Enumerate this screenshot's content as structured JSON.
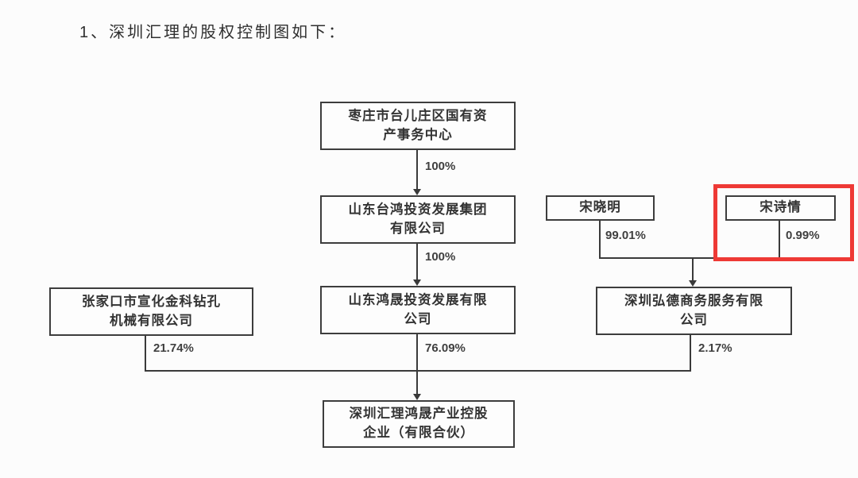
{
  "document": {
    "heading": "1、深圳汇理的股权控制图如下："
  },
  "diagram": {
    "type": "ownership-structure-chart",
    "subject": "深圳汇理",
    "nodes": {
      "taierzhuang": {
        "line1": "枣庄市台儿庄区国有资",
        "line2": "产事务中心",
        "full_name": "枣庄市台儿庄区国有资产事务中心"
      },
      "taihong": {
        "line1": "山东台鸿投资发展集团",
        "line2": "有限公司",
        "full_name": "山东台鸿投资发展集团有限公司"
      },
      "hongsheng": {
        "line1": "山东鸿晟投资发展有限",
        "line2": "公司",
        "full_name": "山东鸿晟投资发展有限公司"
      },
      "zhangjiakou": {
        "line1": "张家口市宣化金科钻孔",
        "line2": "机械有限公司",
        "full_name": "张家口市宣化金科钻孔机械有限公司"
      },
      "song_xiaoming": {
        "line1": "宋晓明",
        "full_name": "宋晓明"
      },
      "song_shiqing": {
        "line1": "宋诗情",
        "full_name": "宋诗情"
      },
      "hongde": {
        "line1": "深圳弘德商务服务有限",
        "line2": "公司",
        "full_name": "深圳弘德商务服务有限公司"
      },
      "huili": {
        "line1": "深圳汇理鸿晟产业控股",
        "line2": "企业（有限合伙）",
        "full_name": "深圳汇理鸿晟产业控股企业（有限合伙）"
      }
    },
    "edge_labels": {
      "taierzhuang_taihong": "100%",
      "taihong_hongsheng": "100%",
      "hongsheng_huili": "76.09%",
      "zhangjiakou_huili": "21.74%",
      "hongde_huili": "2.17%",
      "xiaoming_hongde": "99.01%",
      "shiqing_hongde": "0.99%"
    },
    "relations": [
      {
        "owner": "枣庄市台儿庄区国有资产事务中心",
        "owned": "山东台鸿投资发展集团有限公司",
        "stake": "100%"
      },
      {
        "owner": "山东台鸿投资发展集团有限公司",
        "owned": "山东鸿晟投资发展有限公司",
        "stake": "100%"
      },
      {
        "owner": "山东鸿晟投资发展有限公司",
        "owned": "深圳汇理鸿晟产业控股企业（有限合伙）",
        "stake": "76.09%"
      },
      {
        "owner": "张家口市宣化金科钻孔机械有限公司",
        "owned": "深圳汇理鸿晟产业控股企业（有限合伙）",
        "stake": "21.74%"
      },
      {
        "owner": "宋晓明",
        "owned": "深圳弘德商务服务有限公司",
        "stake": "99.01%"
      },
      {
        "owner": "宋诗情",
        "owned": "深圳弘德商务服务有限公司",
        "stake": "0.99%"
      },
      {
        "owner": "深圳弘德商务服务有限公司",
        "owned": "深圳汇理鸿晟产业控股企业（有限合伙）",
        "stake": "2.17%"
      }
    ],
    "highlight": {
      "target_node": "宋诗情",
      "color": "#ee3935"
    },
    "colors": {
      "line": "#3a3a3a",
      "box_border": "#3d3d3d",
      "text": "#333333",
      "background": "#fcfcfc",
      "highlight": "#ee3935"
    }
  }
}
